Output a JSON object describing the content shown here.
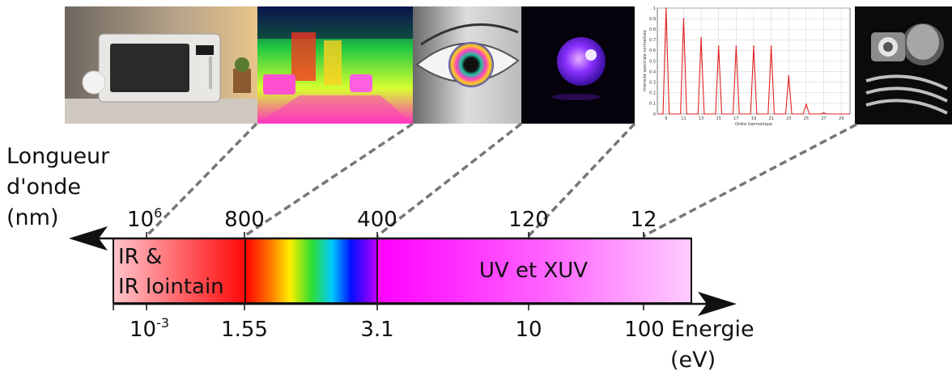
{
  "wavelength_axis": {
    "label_lines": [
      "Longueur",
      "d'onde",
      "(nm)"
    ],
    "ticks": [
      {
        "base": "10",
        "sup": "6"
      },
      {
        "base": "800",
        "sup": ""
      },
      {
        "base": "400",
        "sup": ""
      },
      {
        "base": "120",
        "sup": ""
      },
      {
        "base": "12",
        "sup": ""
      }
    ]
  },
  "energy_axis": {
    "label_lines": [
      "Energie",
      "(eV)"
    ],
    "ticks": [
      {
        "base": "10",
        "sup": "-3"
      },
      {
        "base": "1.55",
        "sup": ""
      },
      {
        "base": "3.1",
        "sup": ""
      },
      {
        "base": "10",
        "sup": ""
      },
      {
        "base": "100",
        "sup": ""
      }
    ]
  },
  "bands": {
    "ir_lines": [
      "IR &",
      "IR lointain"
    ],
    "uv": "UV et XUV"
  },
  "images": [
    {
      "name": "microwave-oven-photo"
    },
    {
      "name": "thermal-camera-street-photo"
    },
    {
      "name": "human-eye-photo"
    },
    {
      "name": "uv-lamp-photo"
    },
    {
      "name": "harmonic-spectrum-plot"
    },
    {
      "name": "x-ray-skeleton-photo"
    }
  ],
  "inset_plot": {
    "ylabel": "Intensité spectrale normalisée",
    "xlabel": "Ordre harmonique",
    "x_ticks": [
      "9",
      "11",
      "13",
      "15",
      "17",
      "19",
      "21",
      "23",
      "25",
      "27",
      "29"
    ],
    "y_ticks": [
      "0",
      "0.1",
      "0.2",
      "0.3",
      "0.4",
      "0.5",
      "0.6",
      "0.7",
      "0.8",
      "0.9",
      "1"
    ]
  },
  "chart_data": {
    "type": "line",
    "x": [
      9,
      11,
      13,
      15,
      17,
      19,
      21,
      23,
      25,
      27,
      29
    ],
    "series": [
      {
        "values": [
          1.0,
          0.9,
          0.72,
          0.64,
          0.64,
          0.64,
          0.64,
          0.36,
          0.09,
          0.01,
          0.0
        ]
      }
    ],
    "xlabel": "Ordre harmonique",
    "ylabel": "Intensité spectrale normalisée",
    "xlim": [
      8,
      30
    ],
    "ylim": [
      0,
      1
    ],
    "grid": true
  },
  "colors": {
    "uv_band": "#ff00ff",
    "ir_band_start": "#ffc2c8",
    "ir_band_end": "#ff0000",
    "connector": "#777777",
    "plot_line": "#e02020"
  }
}
